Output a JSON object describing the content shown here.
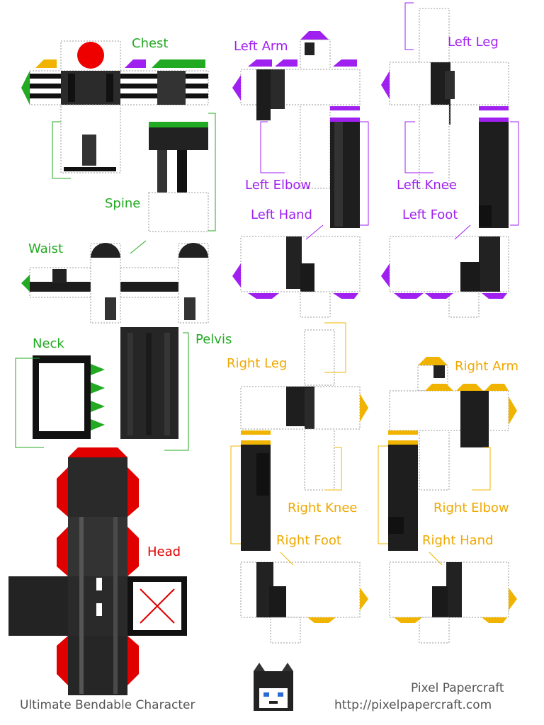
{
  "labels": {
    "chest": "Chest",
    "spine": "Spine",
    "waist": "Waist",
    "neck": "Neck",
    "pelvis": "Pelvis",
    "head": "Head",
    "left_arm": "Left Arm",
    "left_leg": "Left Leg",
    "left_elbow": "Left Elbow",
    "left_knee": "Left Knee",
    "left_hand": "Left Hand",
    "left_foot": "Left Foot",
    "right_leg": "Right Leg",
    "right_arm": "Right Arm",
    "right_knee": "Right Knee",
    "right_elbow": "Right Elbow",
    "right_foot": "Right Foot",
    "right_hand": "Right Hand"
  },
  "footer": {
    "title": "Ultimate Bendable Character",
    "brand": "Pixel Papercraft",
    "url": "http://pixelpapercraft.com"
  },
  "colors": {
    "green": "#22aa22",
    "purple": "#a020f0",
    "orange": "#f0a800",
    "red": "#e00000"
  }
}
